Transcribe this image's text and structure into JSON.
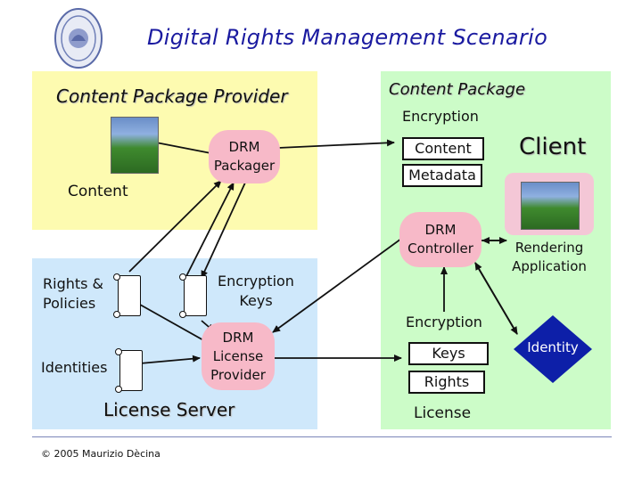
{
  "title": "Digital Rights Management Scenario",
  "provider": {
    "heading": "Content Package Provider",
    "drm_packager": "DRM Packager",
    "content": "Content"
  },
  "license_server": {
    "heading": "License Server",
    "rights_policies": "Rights & Policies",
    "encryption_keys": "Encryption Keys",
    "identities": "Identities",
    "drm_license_provider": "DRM License Provider"
  },
  "client": {
    "heading": "Client",
    "content_package": "Content Package",
    "encryption": "Encryption",
    "content": "Content",
    "metadata": "Metadata",
    "drm_controller": "DRM Controller",
    "rendering_application": "Rendering Application",
    "license_encryption": "Encryption",
    "keys": "Keys",
    "rights": "Rights",
    "license": "License",
    "identity": "Identity"
  },
  "footer": "© 2005 Maurizio Dècina",
  "colors": {
    "title": "#1a1aa0",
    "provider_zone": "#fdfbb0",
    "license_zone": "#cfe8fb",
    "client_zone": "#ccfcc8",
    "drm_bubble": "#f7b9c8",
    "identity_diamond": "#0d1fa8"
  },
  "icons": {
    "logo": "university-seal",
    "content_image": "soccer-player-photo"
  }
}
